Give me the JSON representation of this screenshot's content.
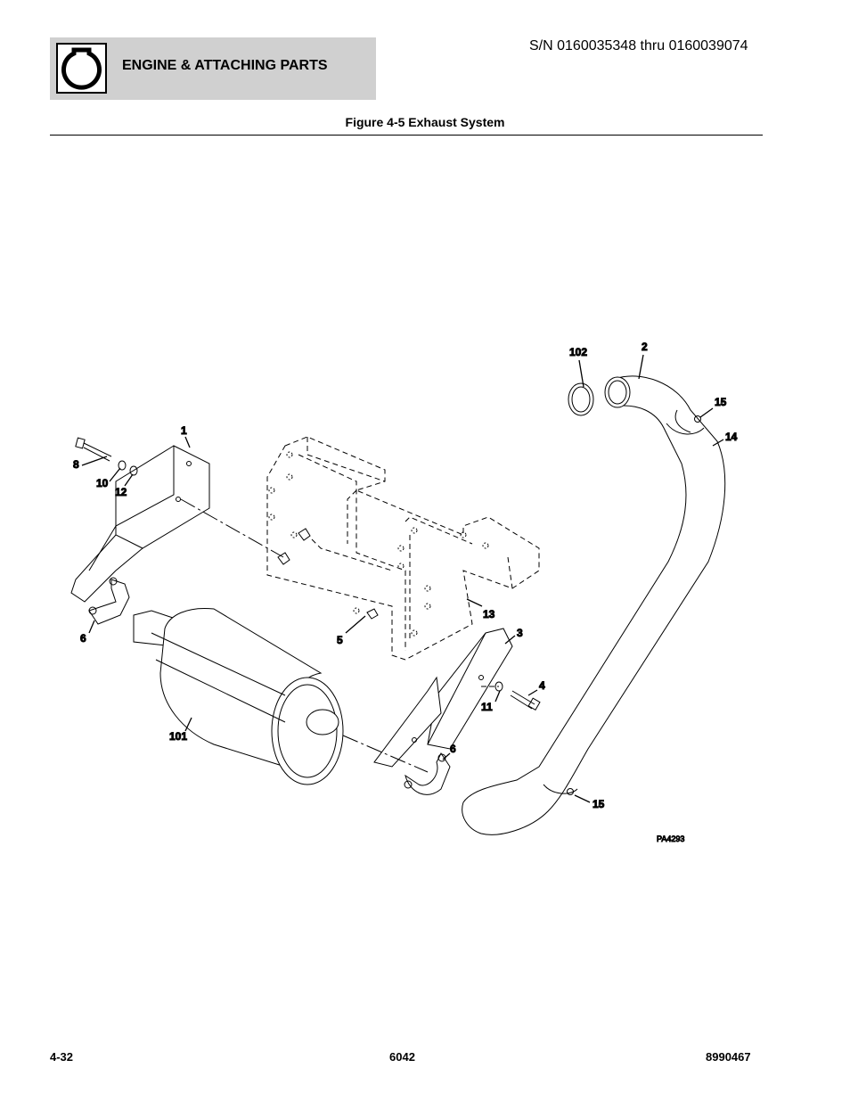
{
  "header": {
    "section_title": "ENGINE & ATTACHING PARTS",
    "serial_range": "S/N 0160035348 thru 0160039074",
    "section_icon": "engine-icon"
  },
  "figure": {
    "title": "Figure 4-5 Exhaust System",
    "drawing_code": "PA4293",
    "callouts": {
      "c1": "1",
      "c2": "2",
      "c3": "3",
      "c4": "4",
      "c5": "5",
      "c6a": "6",
      "c6b": "6",
      "c8": "8",
      "c10": "10",
      "c11": "11",
      "c12": "12",
      "c13": "13",
      "c14": "14",
      "c15a": "15",
      "c15b": "15",
      "c101": "101",
      "c102": "102"
    }
  },
  "footer": {
    "page_number": "4-32",
    "model": "6042",
    "manual_number": "8990467"
  }
}
